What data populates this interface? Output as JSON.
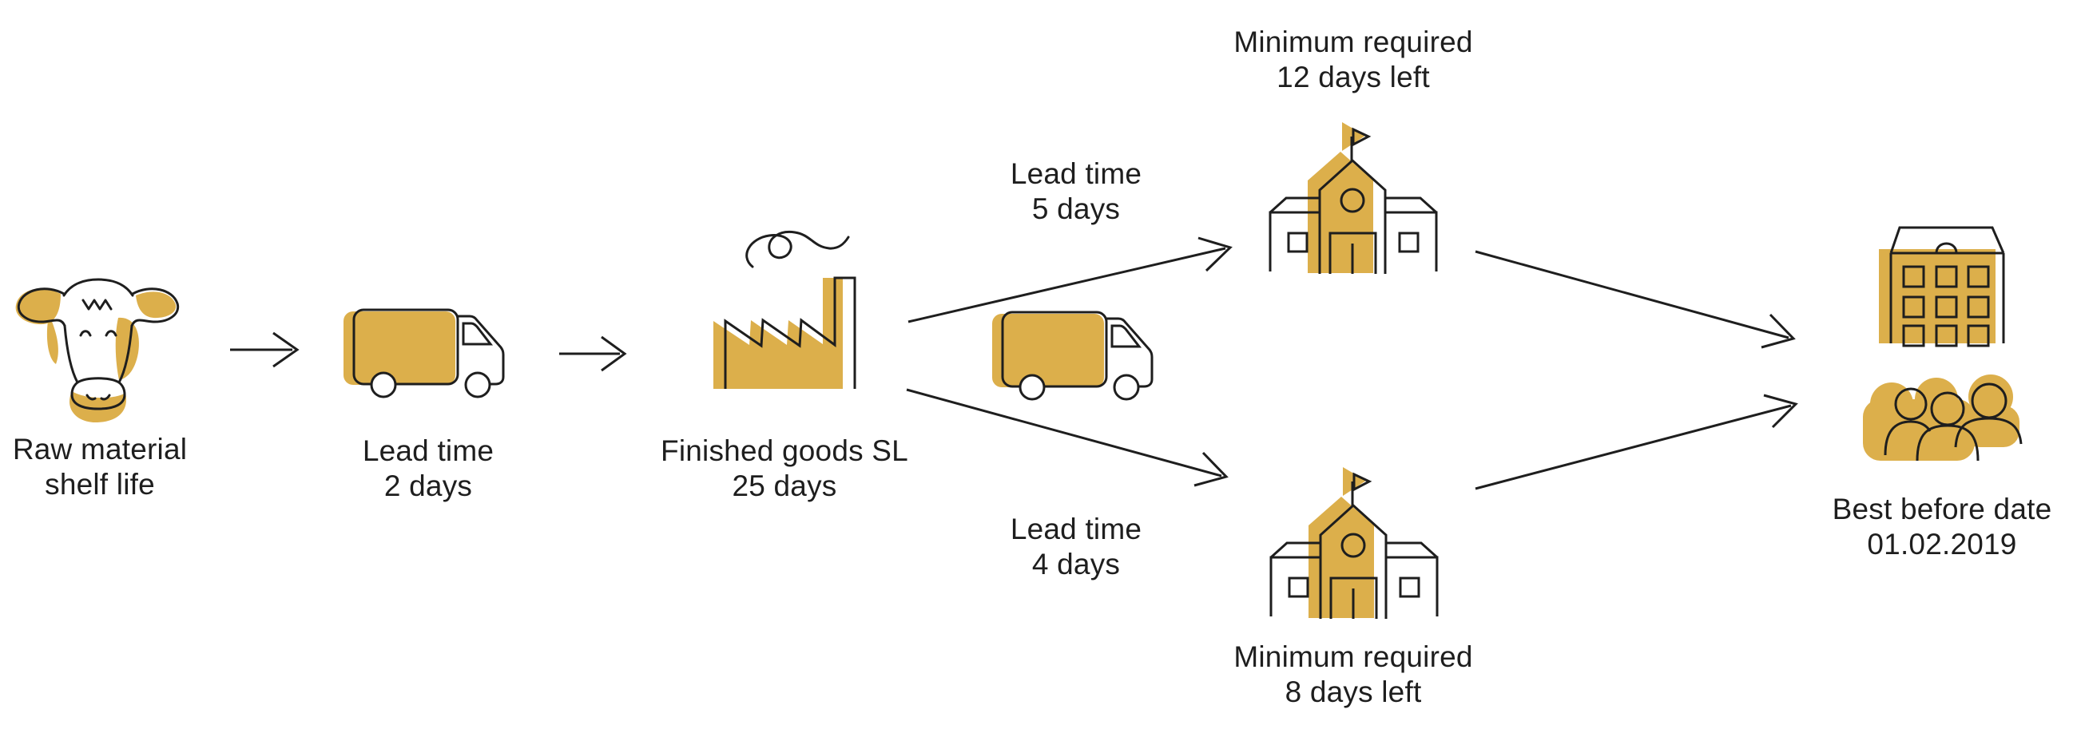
{
  "diagram_type": "supply-chain-flow",
  "colors": {
    "accent": "#DCAF4B",
    "ink": "#1E1E1E",
    "background": "#FFFFFF"
  },
  "nodes": {
    "raw_material": {
      "icon": "cow-icon",
      "line1": "Raw material",
      "line2": "shelf life"
    },
    "first_transport": {
      "icon": "delivery-truck-icon",
      "line1": "Lead time",
      "line2": "2 days"
    },
    "factory": {
      "icon": "factory-icon",
      "line1": "Finished goods SL",
      "line2": "25 days"
    },
    "upper_route": {
      "icon": "delivery-truck-icon",
      "line1": "Lead time",
      "line2": "5 days"
    },
    "lower_route": {
      "line1": "Lead time",
      "line2": "4 days"
    },
    "warehouse_top": {
      "icon": "warehouse-icon",
      "line1": "Minimum required",
      "line2": "12 days left"
    },
    "warehouse_bottom": {
      "icon": "warehouse-icon",
      "line1": "Minimum required",
      "line2": "8 days left"
    },
    "consumer": {
      "icon": "apartment-building-icon people-group-icon",
      "line1": "Best before date",
      "line2": "01.02.2019"
    }
  },
  "flow": [
    "raw_material -> first_transport",
    "first_transport -> factory",
    "factory -> warehouse_top (via truck, 5 days)",
    "factory -> warehouse_bottom (via truck, 4 days)",
    "warehouse_top -> consumer",
    "warehouse_bottom -> consumer"
  ]
}
